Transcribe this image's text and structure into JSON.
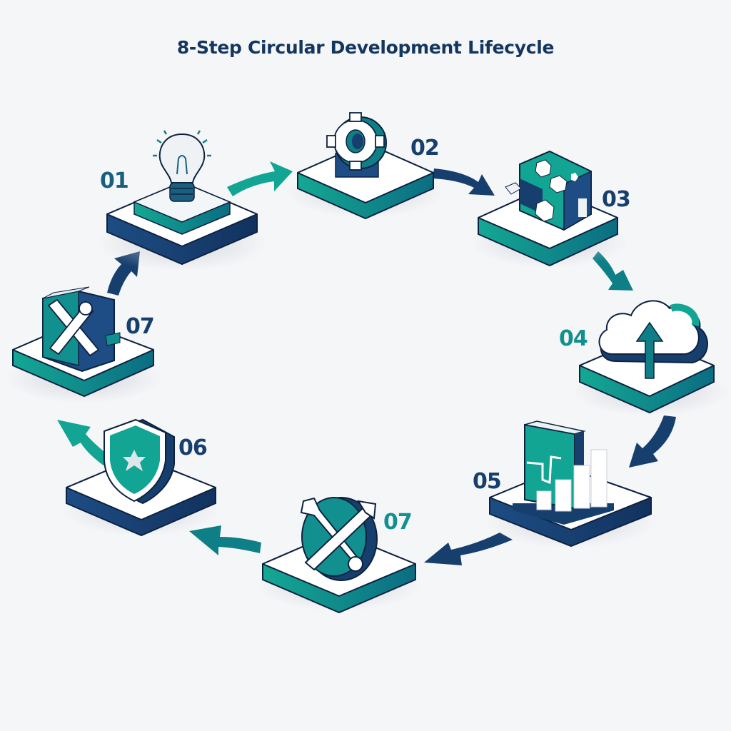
{
  "title": "8-Step Circular Development Lifecycle",
  "colors": {
    "navy": "#173f6e",
    "teal": "#12a593",
    "teal_dark": "#0e7f86",
    "background": "#f5f6f8",
    "title": "#13365f"
  },
  "steps": [
    {
      "number": "01",
      "icon": "lightbulb-icon",
      "number_color": "#1b5f7e",
      "platform": "navy-with-teal-inner"
    },
    {
      "number": "02",
      "icon": "gear-icon",
      "number_color": "#173f6e",
      "platform": "teal"
    },
    {
      "number": "03",
      "icon": "hexagon-blocks-icon",
      "number_color": "#173f6e",
      "platform": "teal"
    },
    {
      "number": "04",
      "icon": "cloud-upload-icon",
      "number_color": "#12908f",
      "platform": "teal"
    },
    {
      "number": "05",
      "icon": "bar-chart-icon",
      "number_color": "#173f6e",
      "platform": "navy"
    },
    {
      "number": "07",
      "icon": "wrench-screwdriver-icon",
      "number_color": "#12908f",
      "platform": "teal"
    },
    {
      "number": "06",
      "icon": "shield-icon",
      "number_color": "#173f6e",
      "platform": "navy"
    },
    {
      "number": "07",
      "icon": "tools-block-icon",
      "number_color": "#173f6e",
      "platform": "teal"
    }
  ],
  "arrows": [
    {
      "from": "01",
      "to": "02",
      "color": "#12a593"
    },
    {
      "from": "02",
      "to": "03",
      "color": "#173f6e"
    },
    {
      "from": "03",
      "to": "04",
      "color": "#0e7f86"
    },
    {
      "from": "04",
      "to": "05",
      "color": "#173f6e"
    },
    {
      "from": "05",
      "to": "07",
      "color": "#173f6e"
    },
    {
      "from": "07",
      "to": "06",
      "color": "#0e7f86"
    },
    {
      "from": "06",
      "to": "07",
      "color": "#12a593"
    },
    {
      "from": "07",
      "to": "01",
      "color": "#173f6e"
    }
  ]
}
